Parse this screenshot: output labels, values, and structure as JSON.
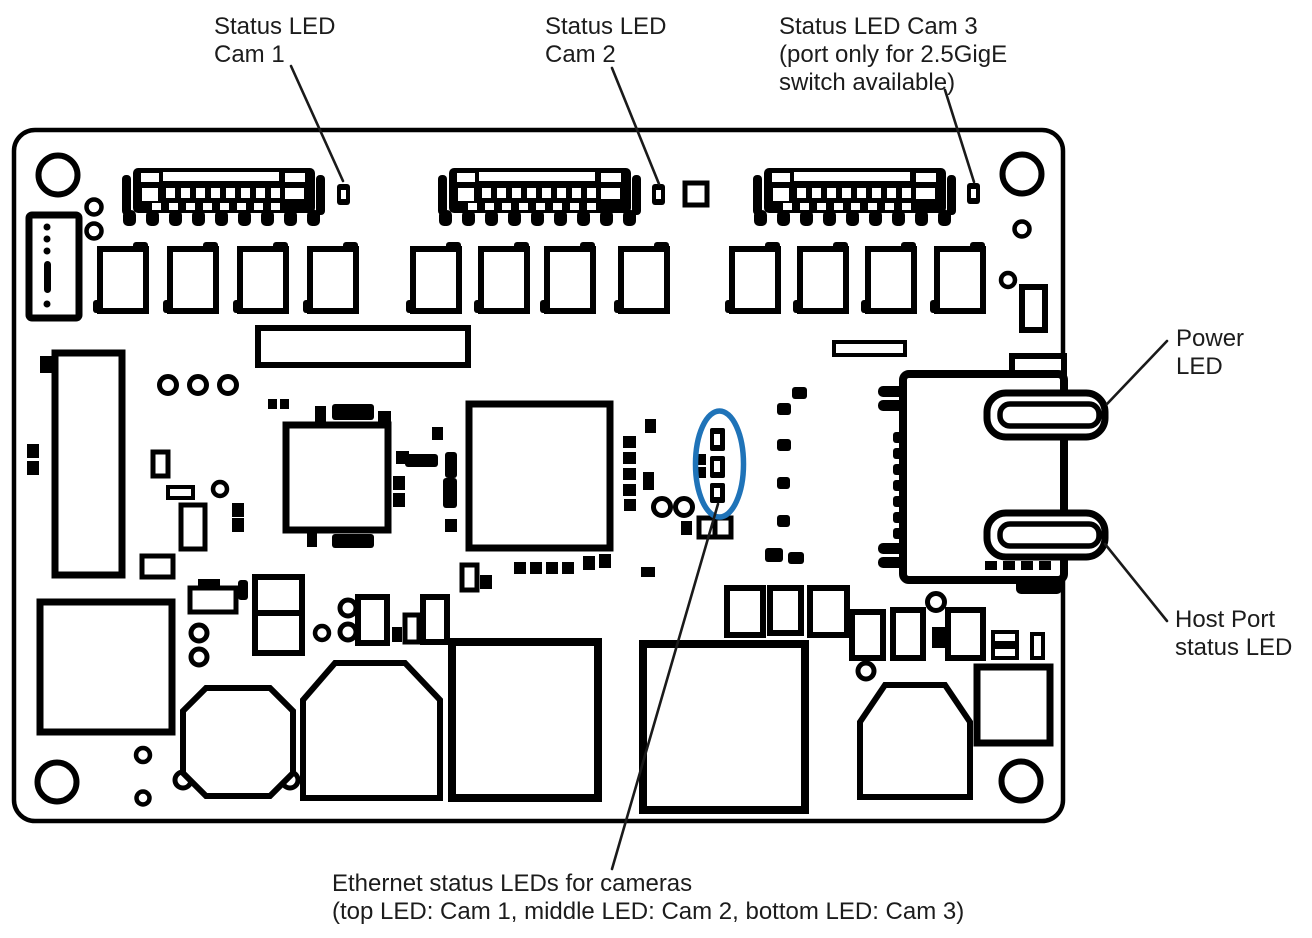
{
  "diagram": {
    "type": "pcb-annotation-diagram",
    "labels": {
      "cam1": {
        "line1": "Status LED",
        "line2": "Cam 1"
      },
      "cam2": {
        "line1": "Status LED",
        "line2": "Cam 2"
      },
      "cam3": {
        "line1": "Status LED Cam 3",
        "line2": "(port only for 2.5GigE",
        "line3": "switch available)"
      },
      "power": {
        "line1": "Power",
        "line2": "LED"
      },
      "host": {
        "line1": "Host Port",
        "line2": "status LED"
      },
      "ethernet": {
        "line1": "Ethernet status LEDs for cameras",
        "line2": "(top LED: Cam 1, middle LED: Cam 2, bottom LED: Cam 3)"
      }
    },
    "colors": {
      "line": "#000000",
      "highlight_ellipse": "#1f73b8",
      "background": "#ffffff",
      "text": "#1c1c1c"
    }
  }
}
